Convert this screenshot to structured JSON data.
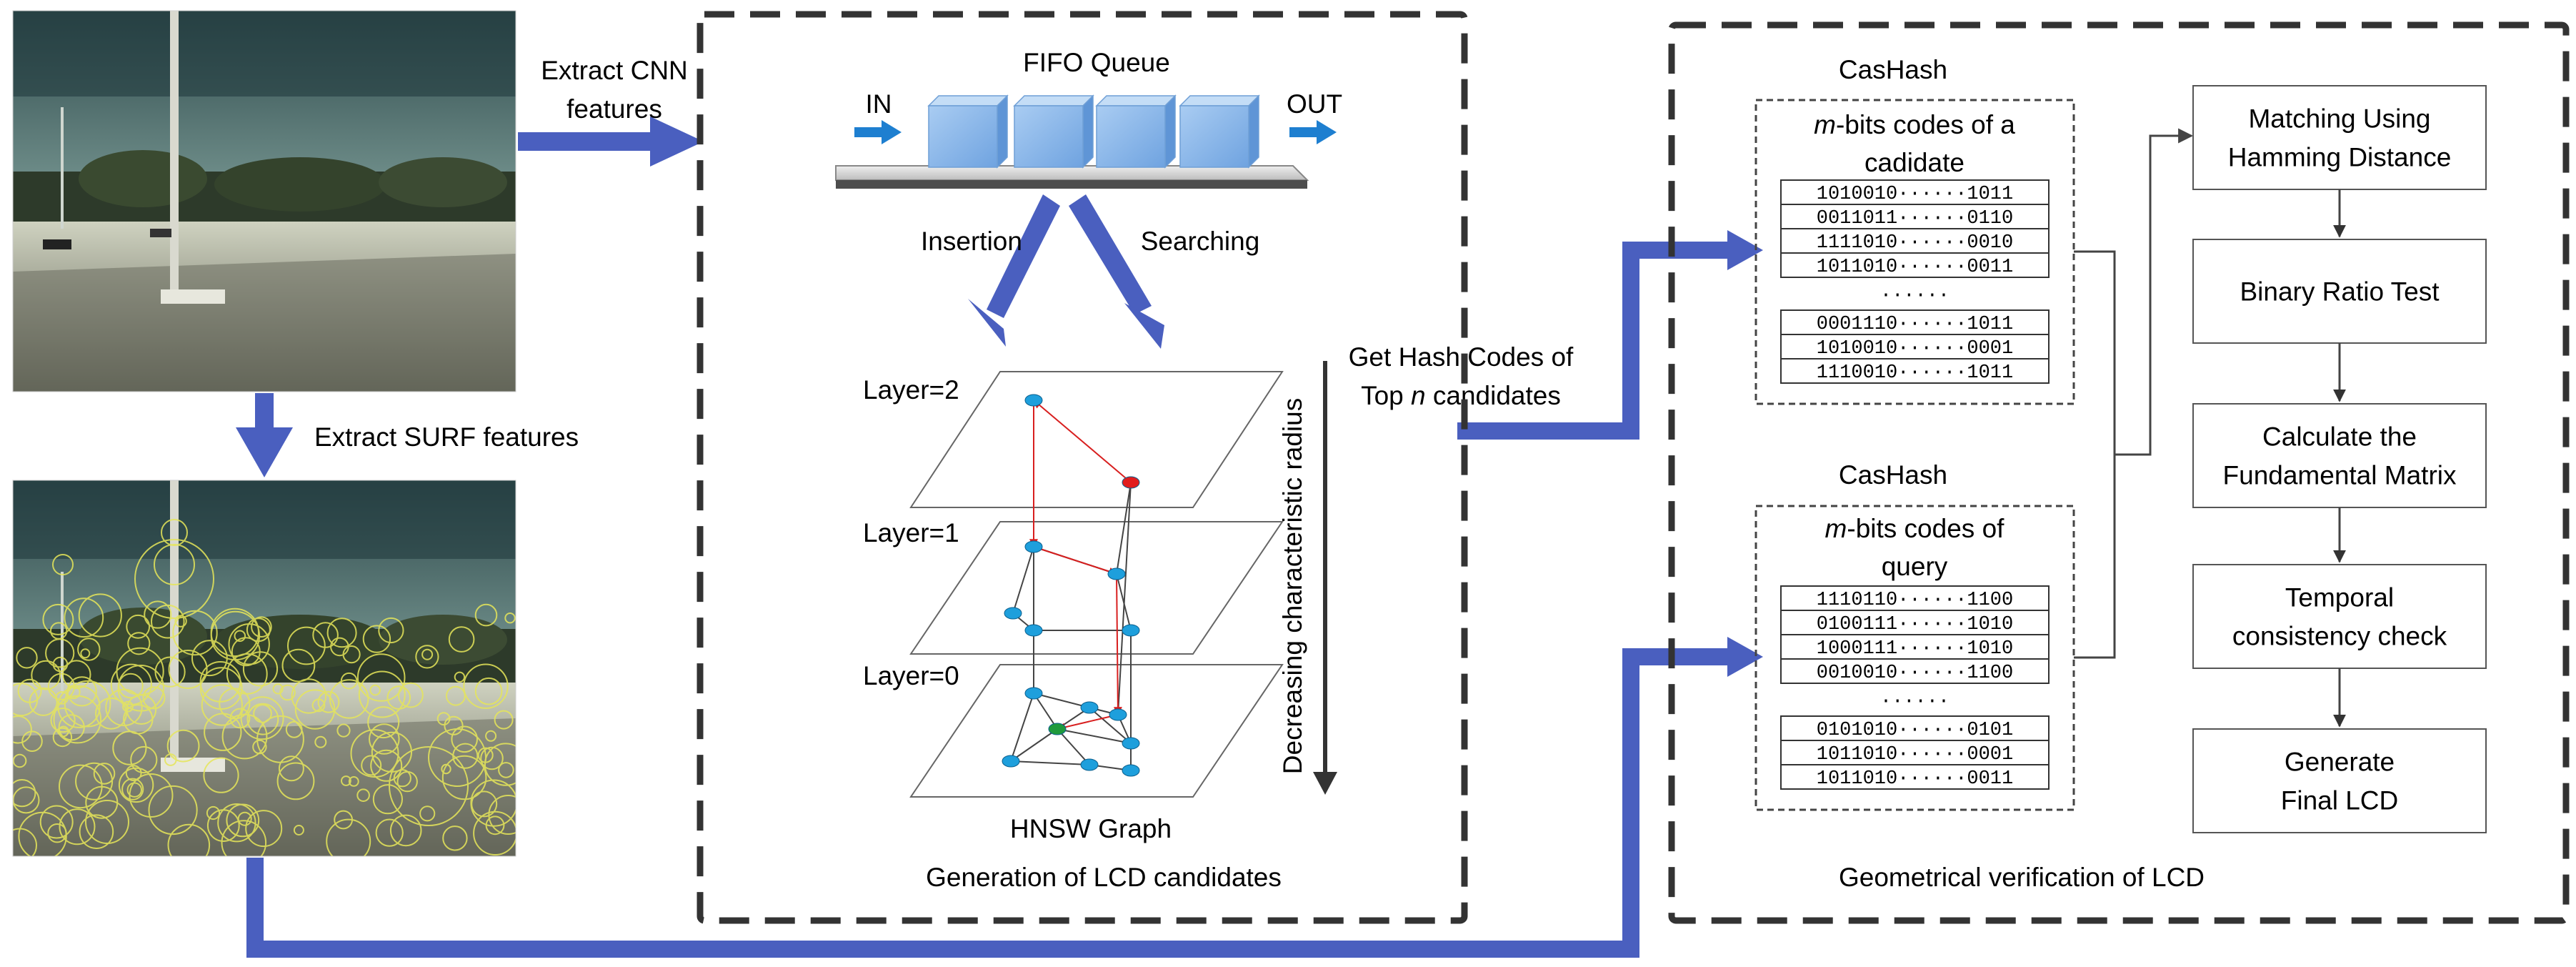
{
  "colors": {
    "arrow_blue": "#4a5fbf",
    "queue_box": "#8db8ea",
    "graph_node": "#1e9fdc",
    "entry_node": "#e11d1d",
    "result_node": "#1f9a3c",
    "search_path": "#d81f1f"
  },
  "images": {
    "top_photo": "parking-lot-photo",
    "bottom_photo": "parking-lot-photo-with-surf-keypoints"
  },
  "labels": {
    "extract_cnn": [
      "Extract CNN",
      "features"
    ],
    "extract_surf": "Extract SURF features",
    "get_hash": [
      "Get Hash Codes of",
      "Top ",
      "n",
      " candidates"
    ]
  },
  "lcd_panel": {
    "queue_title": "FIFO Queue",
    "in_label": "IN",
    "out_label": "OUT",
    "insertion": "Insertion",
    "searching": "Searching",
    "layers": [
      "Layer=2",
      "Layer=1",
      "Layer=0"
    ],
    "graph_title": "HNSW Graph",
    "radius_label": "Decreasing characteristic radius",
    "caption": "Generation of LCD candidates"
  },
  "verification_panel": {
    "caption": "Geometrical verification of LCD",
    "cashash_candidate": {
      "title": "CasHash",
      "heading_italic": "m",
      "heading_rest": "-bits codes of a",
      "heading_line2": "cadidate",
      "codes_top": [
        "1010010······1011",
        "0011011······0110",
        "1111010······0010",
        "1011010······0011"
      ],
      "ellipsis": "······",
      "codes_bottom": [
        "0001110······1011",
        "1010010······0001",
        "1110010······1011"
      ]
    },
    "cashash_query": {
      "title": "CasHash",
      "heading_italic": "m",
      "heading_rest": "-bits codes of",
      "heading_line2": "query",
      "codes_top": [
        "1110110······1100",
        "0100111······1010",
        "1000111······1010",
        "0010010······1100"
      ],
      "ellipsis": "······",
      "codes_bottom": [
        "0101010······0101",
        "1011010······0001",
        "1011010······0011"
      ]
    },
    "steps": [
      [
        "Matching Using",
        "Hamming Distance"
      ],
      [
        "Binary Ratio Test"
      ],
      [
        "Calculate the",
        "Fundamental Matrix"
      ],
      [
        "Temporal",
        "consistency check"
      ],
      [
        "Generate",
        "Final LCD"
      ]
    ]
  }
}
